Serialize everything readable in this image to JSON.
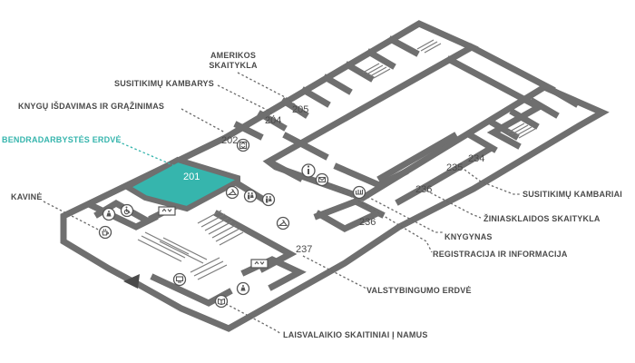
{
  "colors": {
    "highlight": "#36b5ad",
    "wall": "#6f6f6f",
    "text": "#4a4a4a"
  },
  "labels": {
    "amerikos_1": "AMERIKOS",
    "amerikos_2": "SKAITYKLA",
    "susitikimu_kambarys": "SUSITIKIMŲ KAMBARYS",
    "knygu_isdavimas": "KNYGŲ IŠDAVIMAS IR GRĄŽINIMAS",
    "bendradarbystes": "BENDRADARBYSTĖS ERDVĖ",
    "kavine": "KAVINĖ",
    "susitikimu_kambariai": "SUSITIKIMŲ KAMBARIAI",
    "ziniasklaidos": "ŽINIASKLAIDOS SKAITYKLA",
    "knygynas": "KNYGYNAS",
    "registracija": "REGISTRACIJA IR INFORMACIJA",
    "valstybingumo": "VALSTYBINGUMO ERDVĖ",
    "laisvalaikio": "LAISVALAIKIO SKAITINIAI Į NAMUS"
  },
  "rooms": {
    "r201": "201",
    "r202": "202",
    "r204": "204",
    "r205": "205",
    "r234": "234",
    "r235": "235",
    "r236a": "236",
    "r236b": "236",
    "r237": "237"
  },
  "icons": [
    "information-icon",
    "registration-desk-icon",
    "bookshop-icon",
    "hanger-icon",
    "toilet-icon",
    "wheelchair-icon",
    "cafe-icon",
    "computer-icon",
    "book-icon",
    "elevator-icon",
    "north-arrow-icon"
  ]
}
